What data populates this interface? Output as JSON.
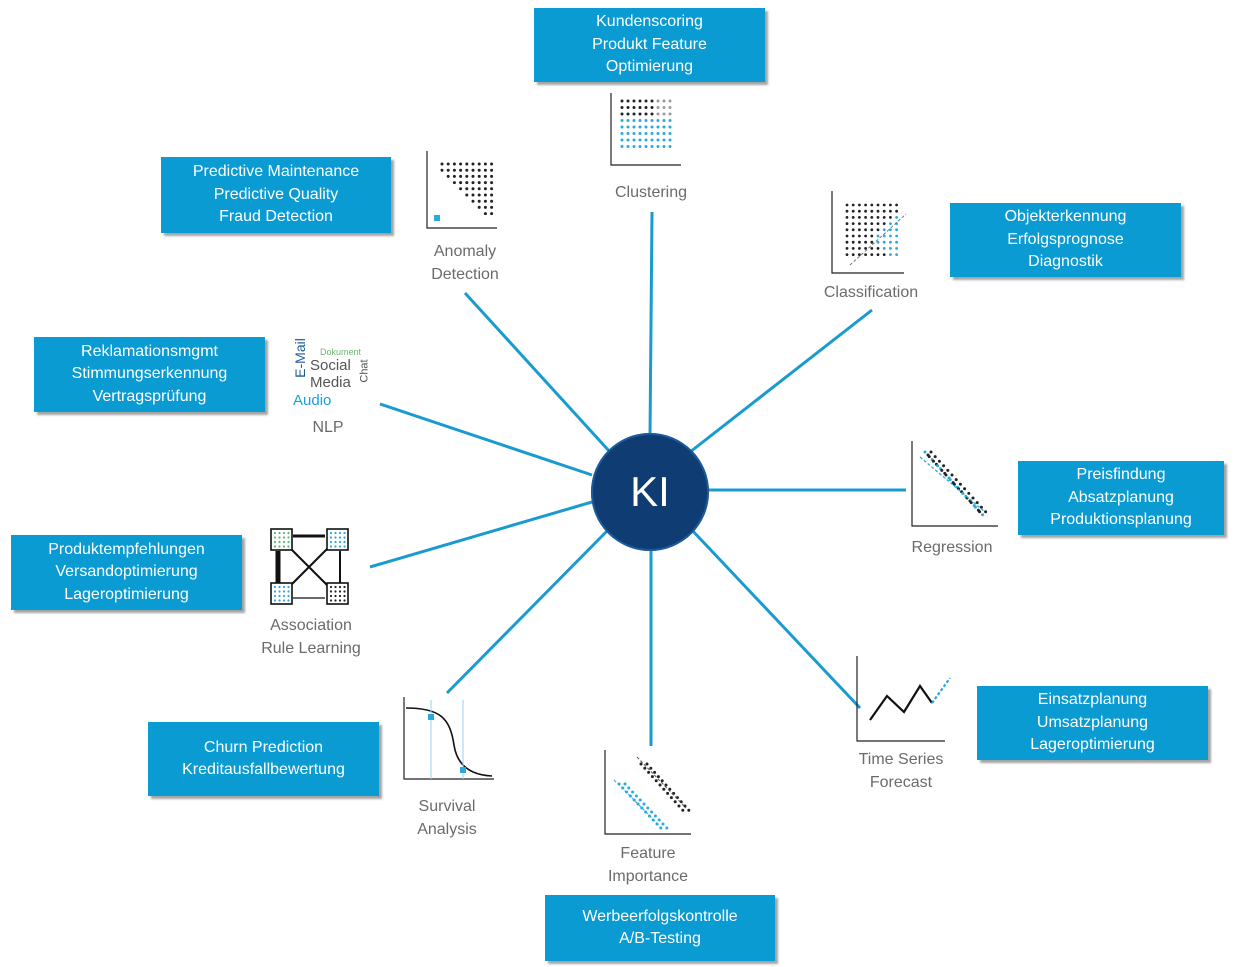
{
  "center": {
    "label": "KI"
  },
  "colors": {
    "box": "#0a9bd3",
    "hub": "#0f3d73",
    "line": "#1a9bd0",
    "text": "#6b6b6b"
  },
  "methods": {
    "clustering": {
      "label": [
        "Clustering"
      ],
      "uses": [
        "Kundenscoring",
        "Produkt Feature",
        "Optimierung"
      ]
    },
    "classification": {
      "label": [
        "Classification"
      ],
      "uses": [
        "Objekterkennung",
        "Erfolgsprognose",
        "Diagnostik"
      ]
    },
    "regression": {
      "label": [
        "Regression"
      ],
      "uses": [
        "Preisfindung",
        "Absatzplanung",
        "Produktionsplanung"
      ]
    },
    "timeseries": {
      "label": [
        "Time Series",
        "Forecast"
      ],
      "uses": [
        "Einsatzplanung",
        "Umsatzplanung",
        "Lageroptimierung"
      ]
    },
    "feature": {
      "label": [
        "Feature",
        "Importance"
      ],
      "uses": [
        "Werbeerfolgskontrolle",
        "A/B-Testing"
      ]
    },
    "survival": {
      "label": [
        "Survival",
        "Analysis"
      ],
      "uses": [
        "Churn Prediction",
        "Kreditausfallbewertung"
      ]
    },
    "association": {
      "label": [
        "Association",
        "Rule Learning"
      ],
      "uses": [
        "Produktempfehlungen",
        "Versandoptimierung",
        "Lageroptimierung"
      ]
    },
    "nlp": {
      "label": [
        "NLP"
      ],
      "uses": [
        "Reklamationsmgmt",
        "Stimmungserkennung",
        "Vertragsprüfung"
      ]
    },
    "anomaly": {
      "label": [
        "Anomaly",
        "Detection"
      ],
      "uses": [
        "Predictive Maintenance",
        "Predictive Quality",
        "Fraud Detection"
      ]
    }
  },
  "nlp_icon": {
    "email": "E-Mail",
    "dokument": "Dokument",
    "social": "Social",
    "media": "Media",
    "chat": "Chat",
    "audio": "Audio"
  }
}
